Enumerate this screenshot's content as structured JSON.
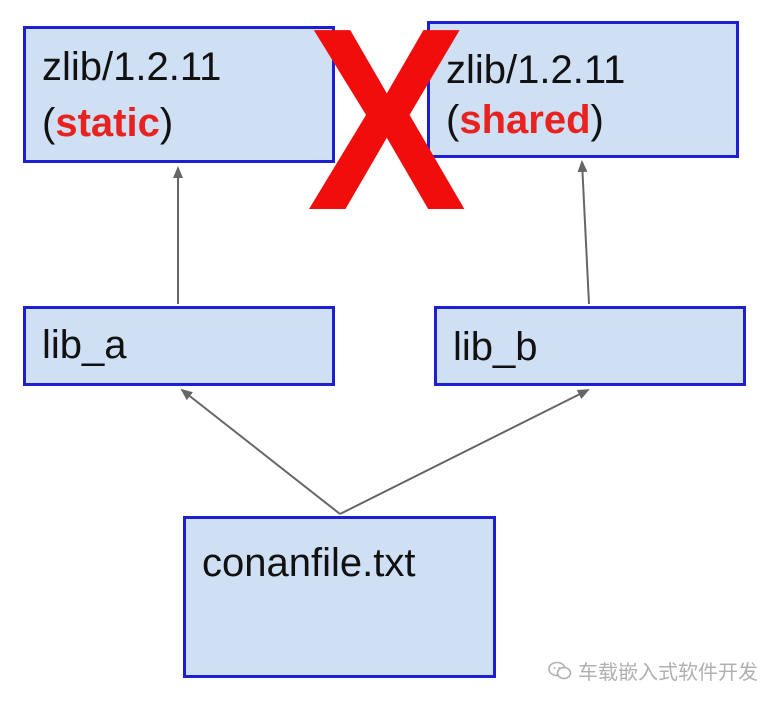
{
  "nodes": {
    "static": {
      "name": "zlib/1.2.11",
      "open": "(",
      "variant": "static",
      "close": ")"
    },
    "shared": {
      "name": "zlib/1.2.11",
      "open": "(",
      "variant": "shared",
      "close": ")"
    },
    "lib_a": {
      "label": "lib_a"
    },
    "lib_b": {
      "label": "lib_b"
    },
    "conanfile": {
      "label": "conanfile.txt"
    }
  },
  "conflict_mark": "X",
  "colors": {
    "box_fill": "#cfdff4",
    "box_border": "#1f1fd2",
    "accent_red": "#e8231f",
    "arrow": "#666666"
  },
  "watermark": {
    "icon": "wechat-icon",
    "text": "车载嵌入式软件开发"
  }
}
